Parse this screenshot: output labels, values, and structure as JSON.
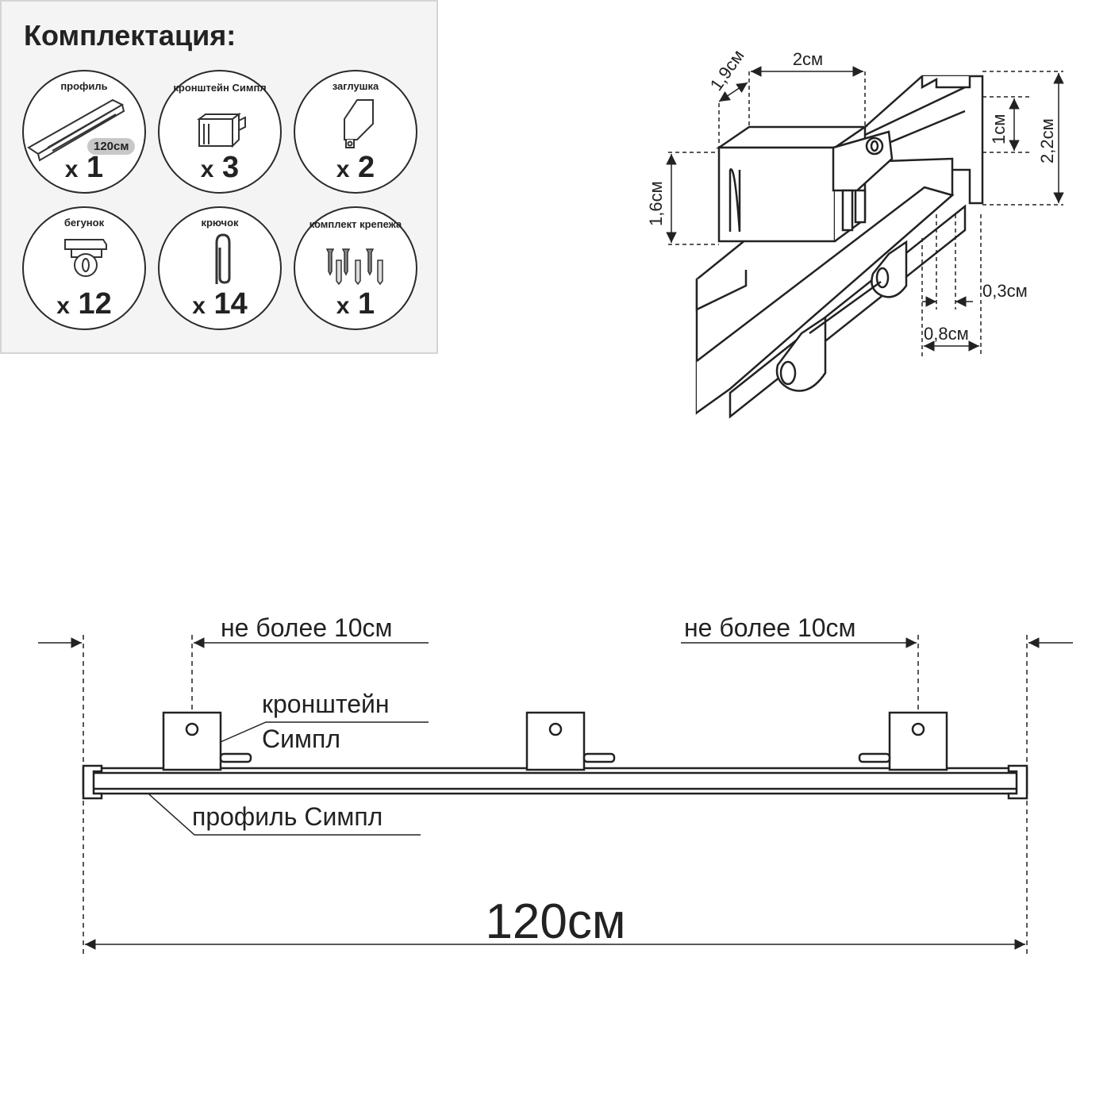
{
  "kit": {
    "title": "Комплектация:",
    "items": [
      {
        "label": "профиль",
        "qty_prefix": "x",
        "qty": "1",
        "length_badge": "120см",
        "icon": "profile-rail-icon"
      },
      {
        "label": "кронштейн Симпл",
        "qty_prefix": "x",
        "qty": "3",
        "icon": "bracket-icon"
      },
      {
        "label": "заглушка",
        "qty_prefix": "x",
        "qty": "2",
        "icon": "end-cap-icon"
      },
      {
        "label": "бегунок",
        "qty_prefix": "x",
        "qty": "12",
        "icon": "runner-icon"
      },
      {
        "label": "крючок",
        "qty_prefix": "x",
        "qty": "14",
        "icon": "hook-icon"
      },
      {
        "label": "комплект крепежа",
        "qty_prefix": "x",
        "qty": "1",
        "icon": "fasteners-icon"
      }
    ]
  },
  "detail": {
    "dims": {
      "bracket_depth": "1,9см",
      "bracket_width": "2см",
      "bracket_height": "1,6см",
      "channel_height": "1см",
      "profile_height": "2,2см",
      "wall_thickness": "0,3см",
      "profile_width": "0,8см"
    }
  },
  "install": {
    "left_offset": "не более 10см",
    "right_offset": "не более 10см",
    "bracket_label_line1": "кронштейн",
    "bracket_label_line2": "Симпл",
    "profile_label": "профиль Симпл",
    "total_length": "120см"
  }
}
